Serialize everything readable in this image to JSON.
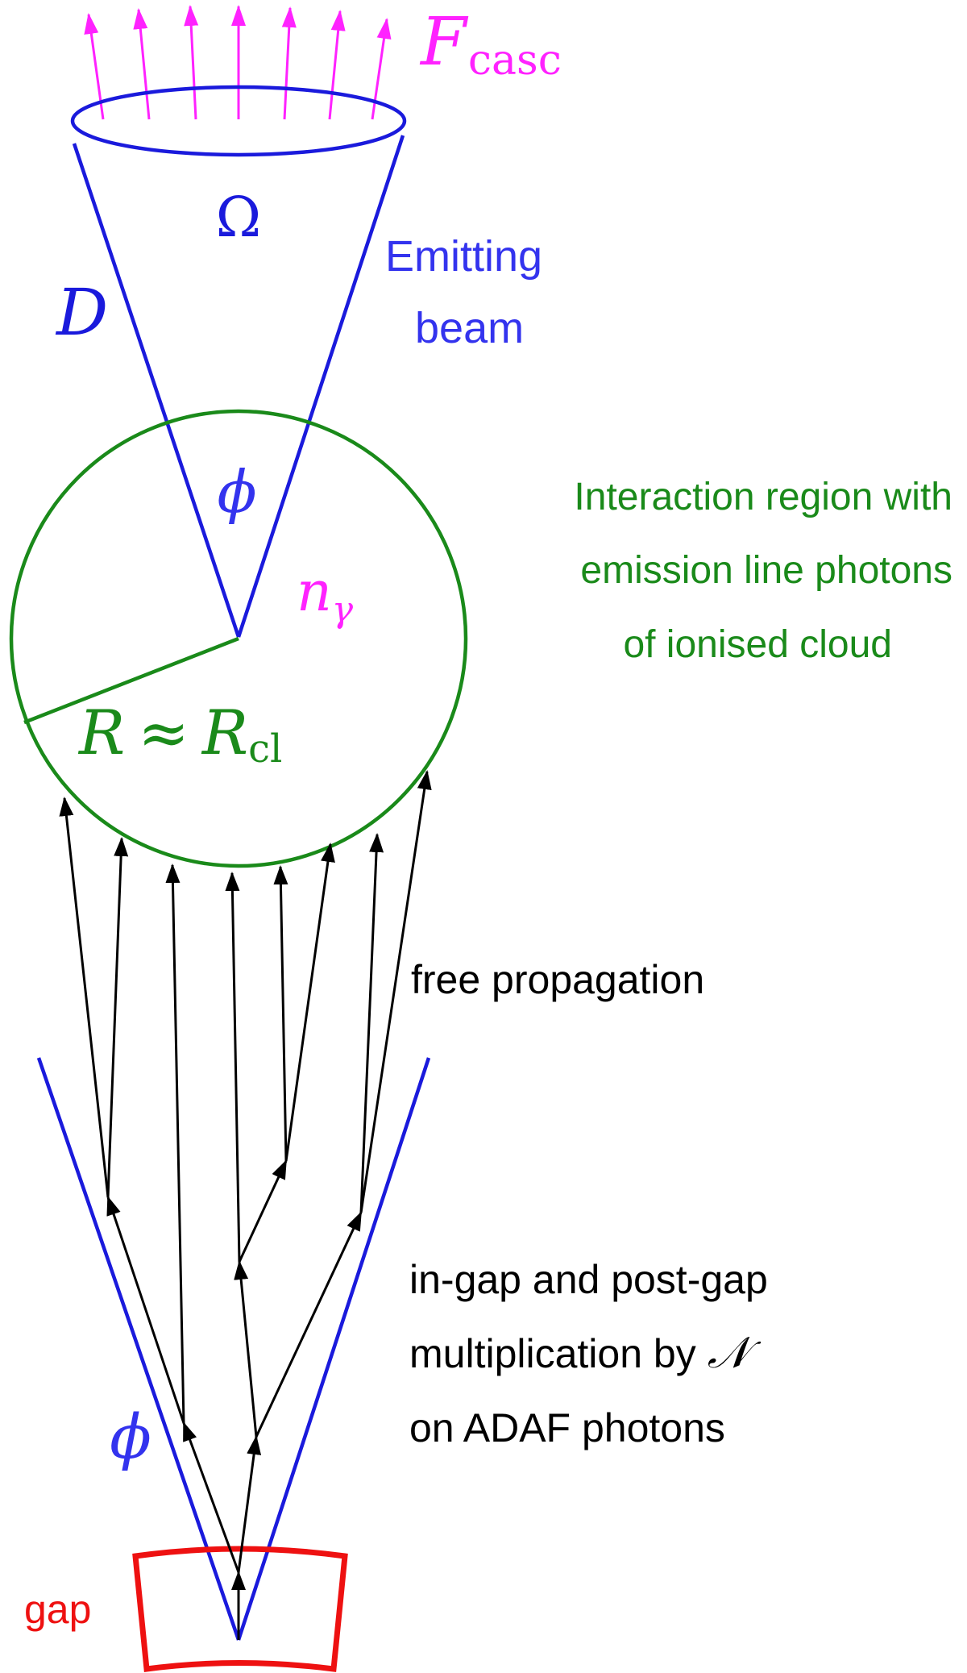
{
  "colors": {
    "beam": "#1a1adc",
    "region": "#1a8a1a",
    "flux": "#ff22ff",
    "gap": "#ee1111",
    "particles": "#000000",
    "labels_blue": "#3333ee"
  },
  "labels": {
    "f_casc_main": "F",
    "f_casc_sub": "casc",
    "omega": "Ω",
    "d": "D",
    "emitting_beam_line1": "Emitting",
    "emitting_beam_line2": "beam",
    "phi_top": "ϕ",
    "n_gamma_main": "n",
    "n_gamma_sub": "γ",
    "interaction_line1": "Interaction region with",
    "interaction_line2": "emission line photons",
    "interaction_line3": "of ionised cloud",
    "r_main": "R",
    "r_approx": "≈",
    "r_cl_main": "R",
    "r_cl_sub": "cl",
    "free_propagation": "free propagation",
    "multiplication_line1": "in-gap and post-gap",
    "multiplication_line2": "multiplication by",
    "multiplication_symbol": "𝒩",
    "multiplication_line3": "on ADAF photons",
    "phi_bottom": "ϕ",
    "gap": "gap"
  }
}
